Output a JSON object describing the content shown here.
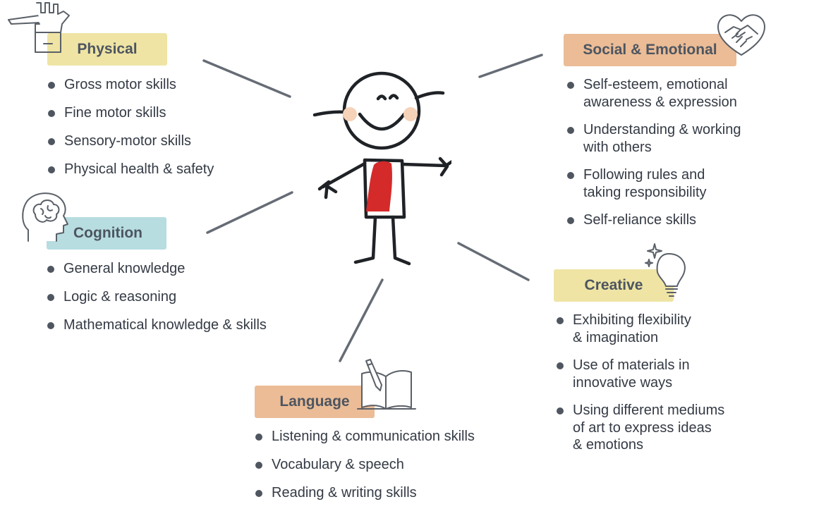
{
  "colors": {
    "physical": "#efe4a4",
    "social": "#ebbc96",
    "cognition": "#b7dde1",
    "creative": "#efe4a4",
    "language": "#ebbc96",
    "ink": "#343a44",
    "connector": "#555c66",
    "shirt": "#d42a2a",
    "cheek": "#f6d2b8"
  },
  "physical": {
    "label": "Physical",
    "icon": "hand-pencil-icon",
    "items": [
      "Gross motor skills",
      "Fine motor skills",
      "Sensory-motor skills",
      "Physical health & safety"
    ]
  },
  "cognition": {
    "label": "Cognition",
    "icon": "head-brain-icon",
    "items": [
      "General knowledge",
      "Logic & reasoning",
      "Mathematical knowledge & skills"
    ]
  },
  "social": {
    "label": "Social & Emotional",
    "icon": "heart-handshake-icon",
    "items": [
      [
        "Self-esteem, emotional",
        "awareness & expression"
      ],
      [
        "Understanding & working",
        "with others"
      ],
      [
        "Following rules and",
        "taking responsibility"
      ],
      [
        "Self-reliance skills"
      ]
    ]
  },
  "creative": {
    "label": "Creative",
    "icon": "lightbulb-sparkle-icon",
    "items": [
      [
        "Exhibiting flexibility",
        "& imagination"
      ],
      [
        "Use of materials in",
        "innovative ways"
      ],
      [
        "Using different mediums",
        "of art to express ideas",
        "& emotions"
      ]
    ]
  },
  "language": {
    "label": "Language",
    "icon": "book-pencil-icon",
    "items": [
      "Listening & communication skills",
      "Vocabulary & speech",
      "Reading & writing skills"
    ]
  },
  "center": {
    "icon": "smiling-child-figure-icon"
  }
}
